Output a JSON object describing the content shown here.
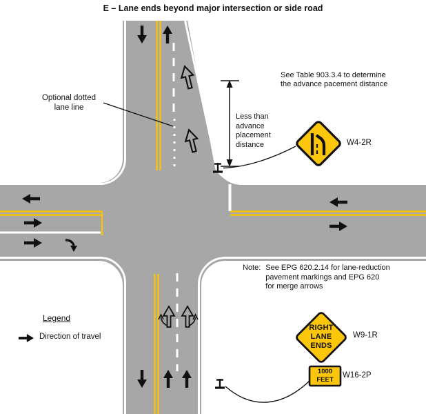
{
  "title": "E – Lane ends beyond major intersection or side road",
  "labels": {
    "optional_dotted": "Optional dotted\nlane line",
    "see_table": "See Table 903.3.4 to determine\nthe advance pacement distance",
    "less_than": "Less than\nadvance\nplacement\ndistance",
    "note_prefix": "Note:",
    "note_body": "See EPG 620.2.14 for lane-reduction\npavement markings and EPG 620\nfor merge arrows"
  },
  "legend": {
    "title": "Legend",
    "direction_label": "Direction of travel",
    "arrow_icon": "right-arrow"
  },
  "signs": {
    "w4_2r": {
      "id": "W4-2R",
      "symbol": "right-lane-ends-symbol"
    },
    "w9_1r": {
      "id": "W9-1R",
      "text": "RIGHT\nLANE\nENDS"
    },
    "w16_2p": {
      "id": "W16-2P",
      "text": "1000\nFEET"
    }
  },
  "colors": {
    "road_gray": "#a7a7a7",
    "sign_yellow": "#fcc60a",
    "line_yellow": "#f8c20a",
    "marking_white": "#ffffff",
    "ink": "#111111"
  }
}
